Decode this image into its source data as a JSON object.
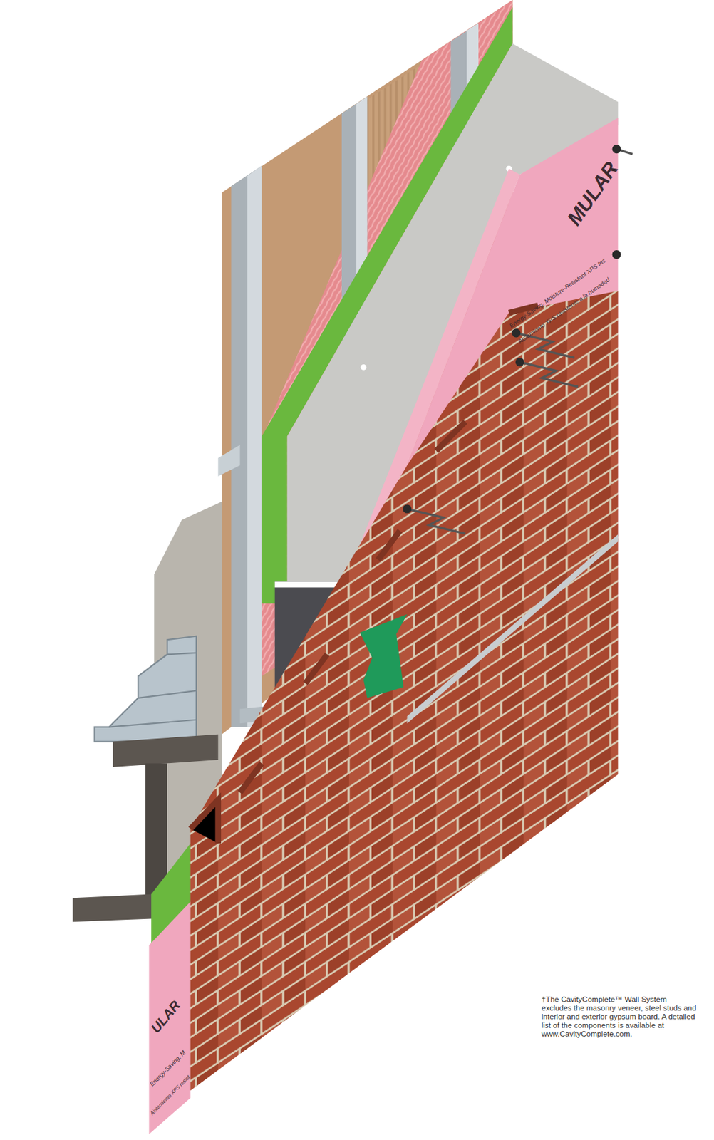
{
  "diagram": {
    "caption": "†The CavityComplete™ Wall System excludes the masonry veneer, steel studs and interior and exterior gypsum board. A detailed list of the components is available at www.CavityComplete.com.",
    "labels": [
      "MULAR",
      "Energy-Saving, Moisture-Resistant XPS Ins",
      "Aislamiento XPS resistente a la humedad",
      "ULAR",
      "Energy-Saving, M",
      "Aislamiento XPS resist"
    ]
  }
}
